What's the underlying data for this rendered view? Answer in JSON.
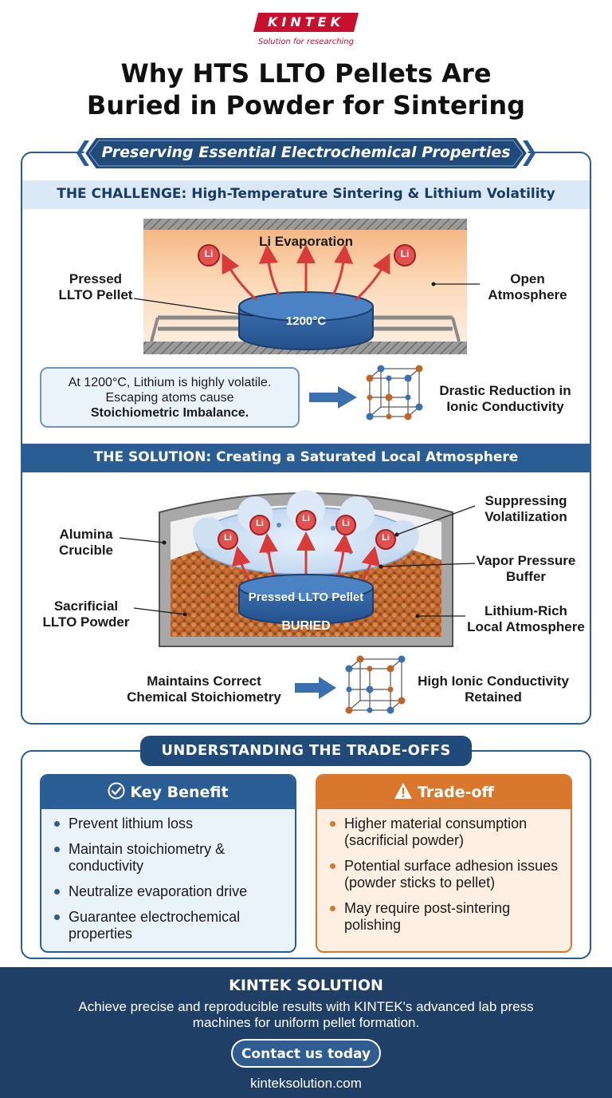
{
  "brand": {
    "logo_text": "KINTEK",
    "tagline": "Solution for researching",
    "accent_color": "#c8102e"
  },
  "title": {
    "line1": "Why HTS LLTO Pellets Are",
    "line2": "Buried in Powder for Sintering"
  },
  "banner": "Preserving Essential Electrochemical Properties",
  "challenge": {
    "heading": "THE CHALLENGE: High-Temperature Sintering & Lithium Volatility",
    "diagram": {
      "evaporation_label": "Li Evaporation",
      "pellet_label_line1": "Pressed",
      "pellet_label_line2": "LLTO Pellet",
      "atmosphere_label_line1": "Open",
      "atmosphere_label_line2": "Atmosphere",
      "temperature": "1200°C",
      "atom_symbol": "Li"
    },
    "note": {
      "line1": "At 1200°C, Lithium is highly volatile.",
      "line2": "Escaping atoms cause",
      "line3": "Stoichiometric Imbalance."
    },
    "result_line1": "Drastic Reduction in",
    "result_line2": "Ionic Conductivity"
  },
  "solution": {
    "heading": "THE SOLUTION: Creating a Saturated Local Atmosphere",
    "diagram": {
      "crucible_line1": "Alumina",
      "crucible_line2": "Crucible",
      "powder_line1": "Sacrificial",
      "powder_line2": "LLTO Powder",
      "suppress_line1": "Suppressing",
      "suppress_line2": "Volatilization",
      "buffer_line1": "Vapor Pressure",
      "buffer_line2": "Buffer",
      "local_line1": "Lithium-Rich",
      "local_line2": "Local Atmosphere",
      "pellet_label": "Pressed LLTO Pellet",
      "buried_label": "BURIED",
      "atom_symbol": "Li"
    },
    "cause_line1": "Maintains Correct",
    "cause_line2": "Chemical Stoichiometry",
    "result_line1": "High Ionic Conductivity",
    "result_line2": "Retained"
  },
  "tradeoffs": {
    "heading": "UNDERSTANDING THE TRADE-OFFS",
    "benefit": {
      "title": "Key Benefit",
      "icon": "check-circle-icon",
      "items": [
        {
          "line1": "Prevent lithium loss",
          "line2": ""
        },
        {
          "line1": "Maintain stoichiometry &",
          "line2": "conductivity"
        },
        {
          "line1": "Neutralize evaporation drive",
          "line2": ""
        },
        {
          "line1": "Guarantee electrochemical",
          "line2": "properties"
        }
      ]
    },
    "tradeoff": {
      "title": "Trade-off",
      "icon": "warning-icon",
      "items": [
        {
          "line1": "Higher material consumption",
          "line2": "(sacrificial powder)"
        },
        {
          "line1": "Potential surface adhesion issues",
          "line2": "(powder sticks to pellet)"
        },
        {
          "line1": "May require post-sintering",
          "line2": "polishing"
        }
      ]
    }
  },
  "footer": {
    "title": "KINTEK SOLUTION",
    "text": "Achieve precise and reproducible results with KINTEK's advanced lab press machines for uniform pellet formation.",
    "cta": "Contact us today",
    "website": "kinteksolution.com"
  },
  "colors": {
    "primary": "#2a5d93",
    "dark": "#1f3f66",
    "orange": "#d9782d",
    "li_red": "#d93a3a",
    "powder": "#c0652a"
  }
}
